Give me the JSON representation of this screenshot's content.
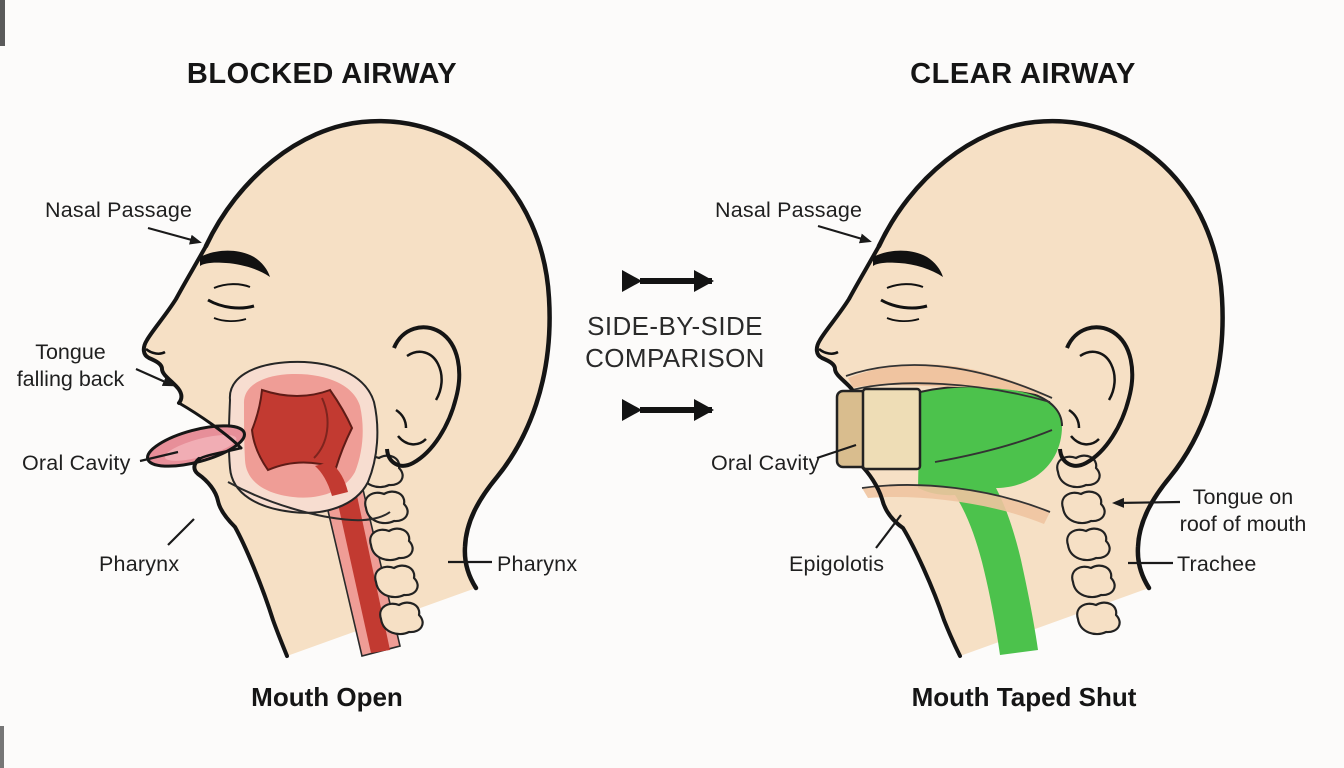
{
  "left_panel": {
    "title": "BLOCKED AIRWAY",
    "caption": "Mouth Open",
    "labels": {
      "nasal_passage": "Nasal Passage",
      "tongue_falling_line1": "Tongue",
      "tongue_falling_line2": "falling back",
      "oral_cavity": "Oral Cavity",
      "pharynx_front": "Pharynx",
      "pharynx_back": "Pharynx"
    }
  },
  "center": {
    "comparison_line1": "SIDE-BY-SIDE",
    "comparison_line2": "COMPARISON"
  },
  "right_panel": {
    "title": "CLEAR AIRWAY",
    "caption": "Mouth Taped Shut",
    "labels": {
      "nasal_passage": "Nasal Passage",
      "oral_cavity": "Oral Cavity",
      "epiglottis": "Epigolotis",
      "tongue_on_roof_line1": "Tongue on",
      "tongue_on_roof_line2": "roof of mouth",
      "trachea": "Trachee"
    }
  },
  "colors": {
    "skin": "#f6e0c5",
    "outline": "#1a1a1a",
    "blocked_red": "#c23a31",
    "blocked_pink": "#ef9d96",
    "blocked_cream": "#f7ddd0",
    "clear_green": "#4cc24c",
    "tape_dark": "#d9bd8e",
    "tape_light": "#eeddb6",
    "tongue_pink": "#e78f99",
    "palate_peach": "#f0c4a0",
    "text": "#1f1f1f"
  }
}
